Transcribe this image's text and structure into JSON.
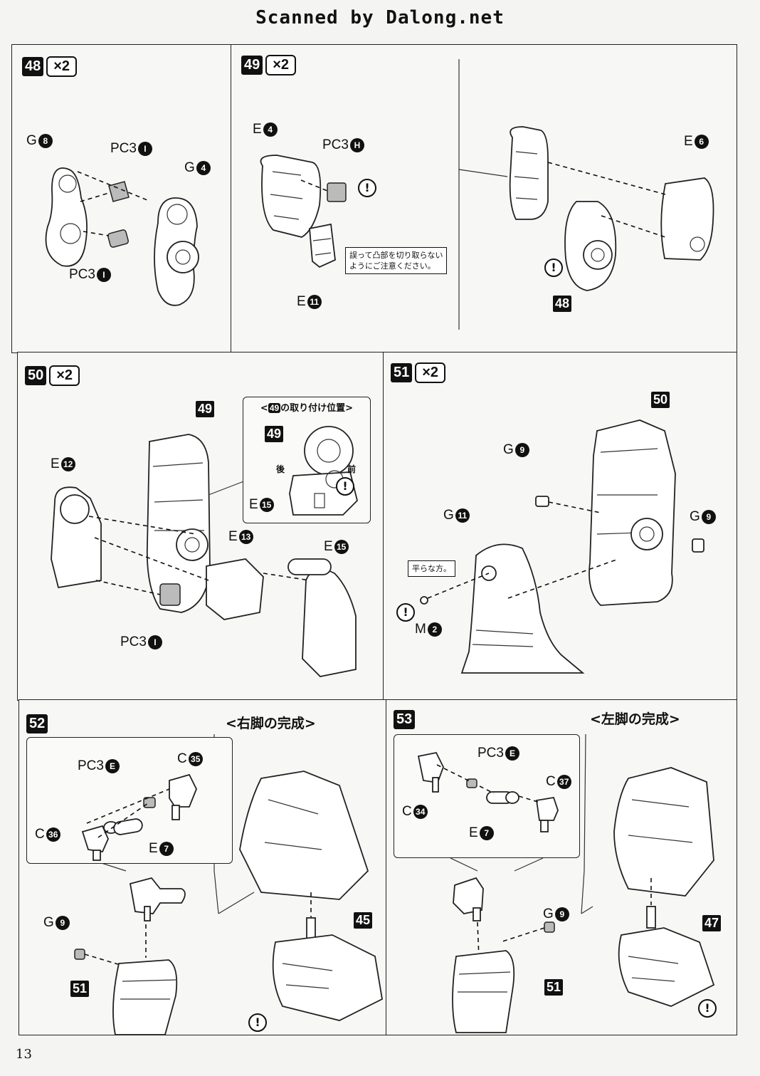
{
  "header": {
    "scan_credit": "Scanned by Dalong.net"
  },
  "steps": {
    "s48": {
      "num": "48",
      "mult": "×2",
      "labels": {
        "g8": "G",
        "g8n": "8",
        "pc3a": "PC3",
        "pc3an": "I",
        "g4": "G",
        "g4n": "4",
        "pc3b": "PC3",
        "pc3bn": "I"
      }
    },
    "s49": {
      "num": "49",
      "mult": "×2",
      "labels": {
        "e4": "E",
        "e4n": "4",
        "pc3h": "PC3",
        "pc3hn": "H",
        "e11": "E",
        "e11n": "11",
        "e6": "E",
        "e6n": "6"
      },
      "note_line1": "誤って凸部を切り取らない",
      "note_line2": "ようにご注意ください。",
      "ref": "48"
    },
    "s50": {
      "num": "50",
      "mult": "×2",
      "labels": {
        "e12": "E",
        "e12n": "12",
        "e13": "E",
        "e13n": "13",
        "e15": "E",
        "e15n": "15",
        "pc3i": "PC3",
        "pc3in": "I"
      },
      "ref": "49",
      "inset": {
        "title_pre": "<",
        "title_ref": "49",
        "title_post": "の取り付け位置>",
        "ref": "49",
        "back": "後",
        "front": "前",
        "e15": "E",
        "e15n": "15"
      }
    },
    "s51": {
      "num": "51",
      "mult": "×2",
      "labels": {
        "g9a": "G",
        "g9an": "9",
        "g9b": "G",
        "g9bn": "9",
        "g11": "G",
        "g11n": "11",
        "m2": "M",
        "m2n": "2"
      },
      "ref": "50",
      "flat_note": "平らな方。"
    },
    "s52": {
      "num": "52",
      "subtitle": "<右脚の完成>",
      "labels": {
        "pc3e": "PC3",
        "pc3en": "E",
        "c35": "C",
        "c35n": "35",
        "c36": "C",
        "c36n": "36",
        "e7": "E",
        "e7n": "7",
        "g9": "G",
        "g9n": "9"
      },
      "ref51": "51",
      "ref45": "45"
    },
    "s53": {
      "num": "53",
      "subtitle": "<左脚の完成>",
      "labels": {
        "pc3e": "PC3",
        "pc3en": "E",
        "c37": "C",
        "c37n": "37",
        "c34": "C",
        "c34n": "34",
        "e7": "E",
        "e7n": "7",
        "g9": "G",
        "g9n": "9"
      },
      "ref51": "51",
      "ref47": "47"
    }
  },
  "caution_mark": "!",
  "page_number": "13"
}
